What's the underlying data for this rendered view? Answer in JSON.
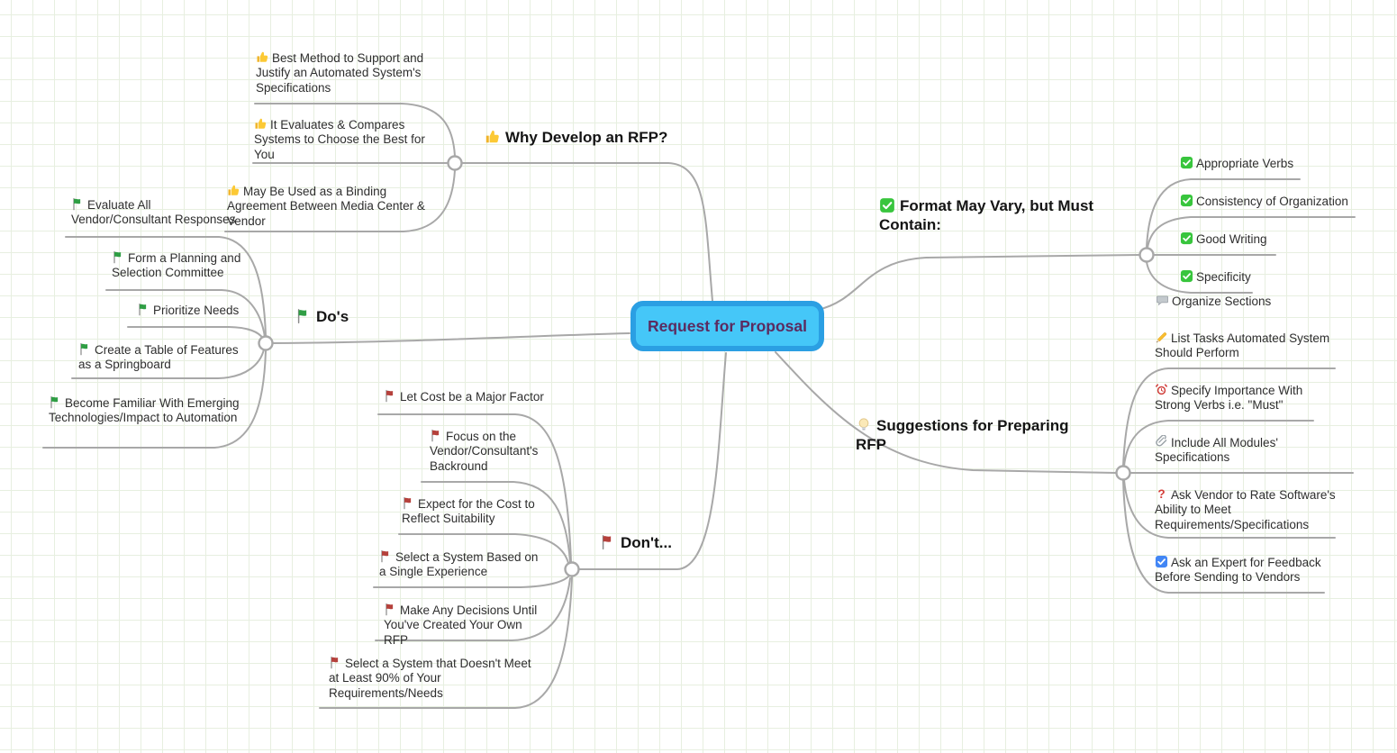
{
  "app": "mind-map",
  "colors": {
    "grid_line": "#e7efe0",
    "wire": "#a8a8a8",
    "center_fill": "#45c7f8",
    "center_border": "#2b9fe3",
    "center_text": "#5b2b60",
    "green_flag": "#2f9e44",
    "red_flag": "#b5413c",
    "green_check": "#38c53d",
    "blue_check": "#4286f5"
  },
  "center": {
    "label": "Request for Proposal"
  },
  "branches": [
    {
      "title": "Why Develop an RFP?",
      "icon": "thumbs-up-icon",
      "items": [
        {
          "icon": "thumbs-up-icon",
          "text": "Best Method to Support and Justify an Automated System's Specifications"
        },
        {
          "icon": "thumbs-up-icon",
          "text": "It Evaluates & Compares Systems to Choose the Best for You"
        },
        {
          "icon": "thumbs-up-icon",
          "text": "May Be Used as a Binding Agreement Between Media Center & Vendor"
        }
      ]
    },
    {
      "title": "Do's",
      "icon": "green-flag-icon",
      "items": [
        {
          "icon": "green-flag-icon",
          "text": "Evaluate All Vendor/Consultant Responses"
        },
        {
          "icon": "green-flag-icon",
          "text": "Form a Planning and Selection Committee"
        },
        {
          "icon": "green-flag-icon",
          "text": "Prioritize Needs"
        },
        {
          "icon": "green-flag-icon",
          "text": "Create a Table of Features as a Springboard"
        },
        {
          "icon": "green-flag-icon",
          "text": "Become Familiar With Emerging Technologies/Impact to Automation"
        }
      ]
    },
    {
      "title": "Don't...",
      "icon": "red-flag-icon",
      "items": [
        {
          "icon": "red-flag-icon",
          "text": "Let Cost be a Major Factor"
        },
        {
          "icon": "red-flag-icon",
          "text": "Focus on the Vendor/Consultant's Backround"
        },
        {
          "icon": "red-flag-icon",
          "text": "Expect for the Cost to Reflect Suitability"
        },
        {
          "icon": "red-flag-icon",
          "text": "Select a System Based on a Single Experience"
        },
        {
          "icon": "red-flag-icon",
          "text": "Make Any Decisions Until You've Created Your Own RFP"
        },
        {
          "icon": "red-flag-icon",
          "text": "Select a System that Doesn't Meet at Least 90% of Your Requirements/Needs"
        }
      ]
    },
    {
      "title": "Format May Vary, but Must Contain:",
      "icon": "green-check-icon",
      "items": [
        {
          "icon": "green-check-icon",
          "text": "Appropriate Verbs"
        },
        {
          "icon": "green-check-icon",
          "text": "Consistency of Organization"
        },
        {
          "icon": "green-check-icon",
          "text": "Good Writing"
        },
        {
          "icon": "green-check-icon",
          "text": "Specificity"
        },
        {
          "icon": "speech-bubble-icon",
          "text": "Organize Sections"
        }
      ]
    },
    {
      "title": "Suggestions for Preparing RFP",
      "icon": "lightbulb-icon",
      "items": [
        {
          "icon": "pencil-icon",
          "text": "List Tasks Automated System Should Perform"
        },
        {
          "icon": "alarm-clock-icon",
          "text": "Specify Importance With Strong Verbs i.e. \"Must\""
        },
        {
          "icon": "paperclip-icon",
          "text": "Include All Modules' Specifications"
        },
        {
          "icon": "question-mark-icon",
          "text": "Ask Vendor to Rate Software's Ability to Meet Requirements/Specifications"
        },
        {
          "icon": "blue-check-icon",
          "text": "Ask an Expert for Feedback Before Sending to Vendors"
        }
      ]
    }
  ]
}
